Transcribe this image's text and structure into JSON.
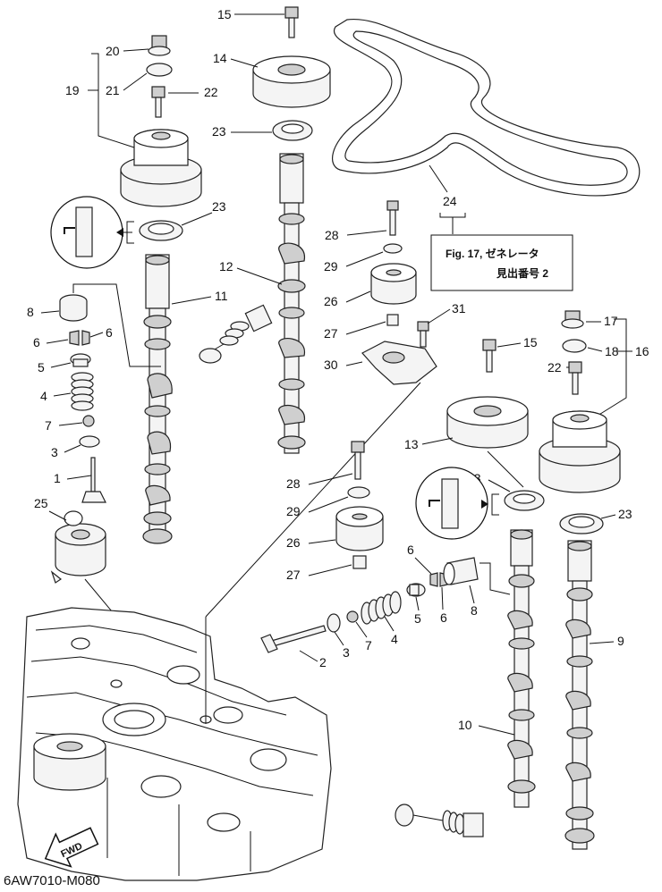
{
  "diagram": {
    "code": "6AW7010-M080",
    "reference_box": {
      "line1": "Fig. 17, ゼネレータ",
      "line2": "見出番号 2"
    },
    "fwd_label": "FWD",
    "callouts": {
      "c15a": "15",
      "c14": "14",
      "c20": "20",
      "c21": "21",
      "c19": "19",
      "c22a": "22",
      "c23a": "23",
      "c23b": "23",
      "c12": "12",
      "c11": "11",
      "c8a": "8",
      "c6a": "6",
      "c6b": "6",
      "c5a": "5",
      "c4a": "4",
      "c7a": "7",
      "c3a": "3",
      "c1": "1",
      "c25": "25",
      "c28a": "28",
      "c29a": "29",
      "c26a": "26",
      "c27a": "27",
      "c31": "31",
      "c30": "30",
      "c24": "24",
      "c17": "17",
      "c18": "18",
      "c16": "16",
      "c15b": "15",
      "c22b": "22",
      "c13": "13",
      "c28b": "28",
      "c29b": "29",
      "c26b": "26",
      "c27b": "27",
      "c23c": "23",
      "c23d": "23",
      "c6c": "6",
      "c6d": "6",
      "c5b": "5",
      "c8b": "8",
      "c7b": "7",
      "c4b": "4",
      "c3b": "3",
      "c2": "2",
      "c9": "9",
      "c10": "10"
    }
  }
}
